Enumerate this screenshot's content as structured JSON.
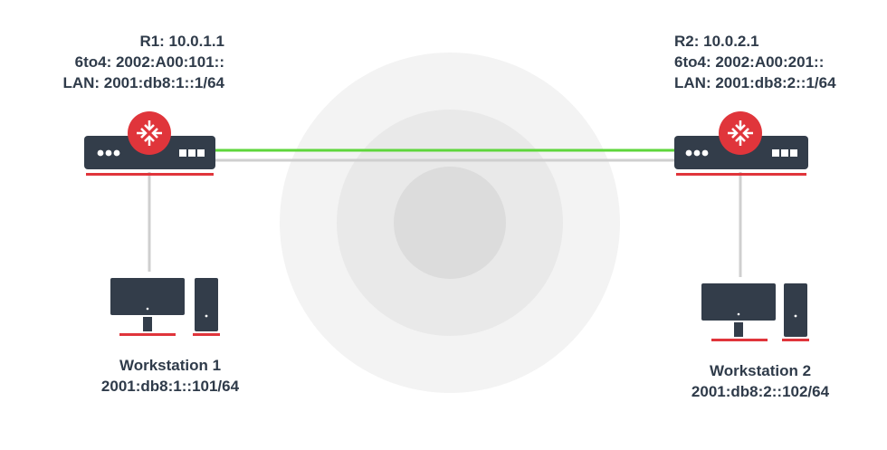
{
  "router1": {
    "name": "R1: 10.0.1.1",
    "sixto4": "6to4: 2002:A00:101::",
    "lan": "LAN: 2001:db8:1::1/64"
  },
  "router2": {
    "name": "R2: 10.0.2.1",
    "sixto4": "6to4: 2002:A00:201::",
    "lan": "LAN: 2001:db8:2::1/64"
  },
  "workstation1": {
    "name": "Workstation 1",
    "address": "2001:db8:1::101/64"
  },
  "workstation2": {
    "name": "Workstation 2",
    "address": "2001:db8:2::102/64"
  },
  "colors": {
    "device_body": "#333d4a",
    "accent_red": "#e0353b",
    "tunnel_green": "#5ed63b",
    "link_gray": "#cfcfcf",
    "cloud_outer": "#f3f3f3",
    "cloud_mid": "#e9e9e9",
    "cloud_inner": "#dcdcdc"
  }
}
